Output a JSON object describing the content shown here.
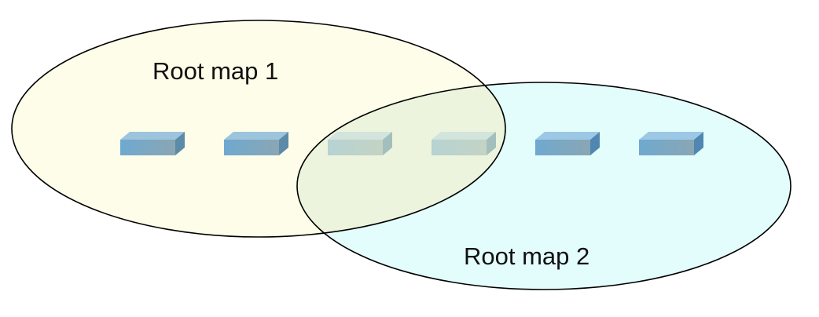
{
  "maps": [
    {
      "label": "Root map 1",
      "fill": "#fdfde9",
      "stroke": "#000000"
    },
    {
      "label": "Root map 2",
      "fill": "#e3fcfc",
      "stroke": "#000000"
    }
  ],
  "overlap_fill": "#ecf4dd",
  "nodes": [
    {
      "membership": "map1",
      "icon": "switch-icon",
      "color": "#6fa7cc"
    },
    {
      "membership": "map1",
      "icon": "switch-icon",
      "color": "#6fa7cc"
    },
    {
      "membership": "both",
      "icon": "switch-icon",
      "color": "#b7d0c8"
    },
    {
      "membership": "both",
      "icon": "switch-icon",
      "color": "#b7d0c8"
    },
    {
      "membership": "map2",
      "icon": "switch-icon",
      "color": "#5fa3d3"
    },
    {
      "membership": "map2",
      "icon": "switch-icon",
      "color": "#5fa3d3"
    }
  ]
}
